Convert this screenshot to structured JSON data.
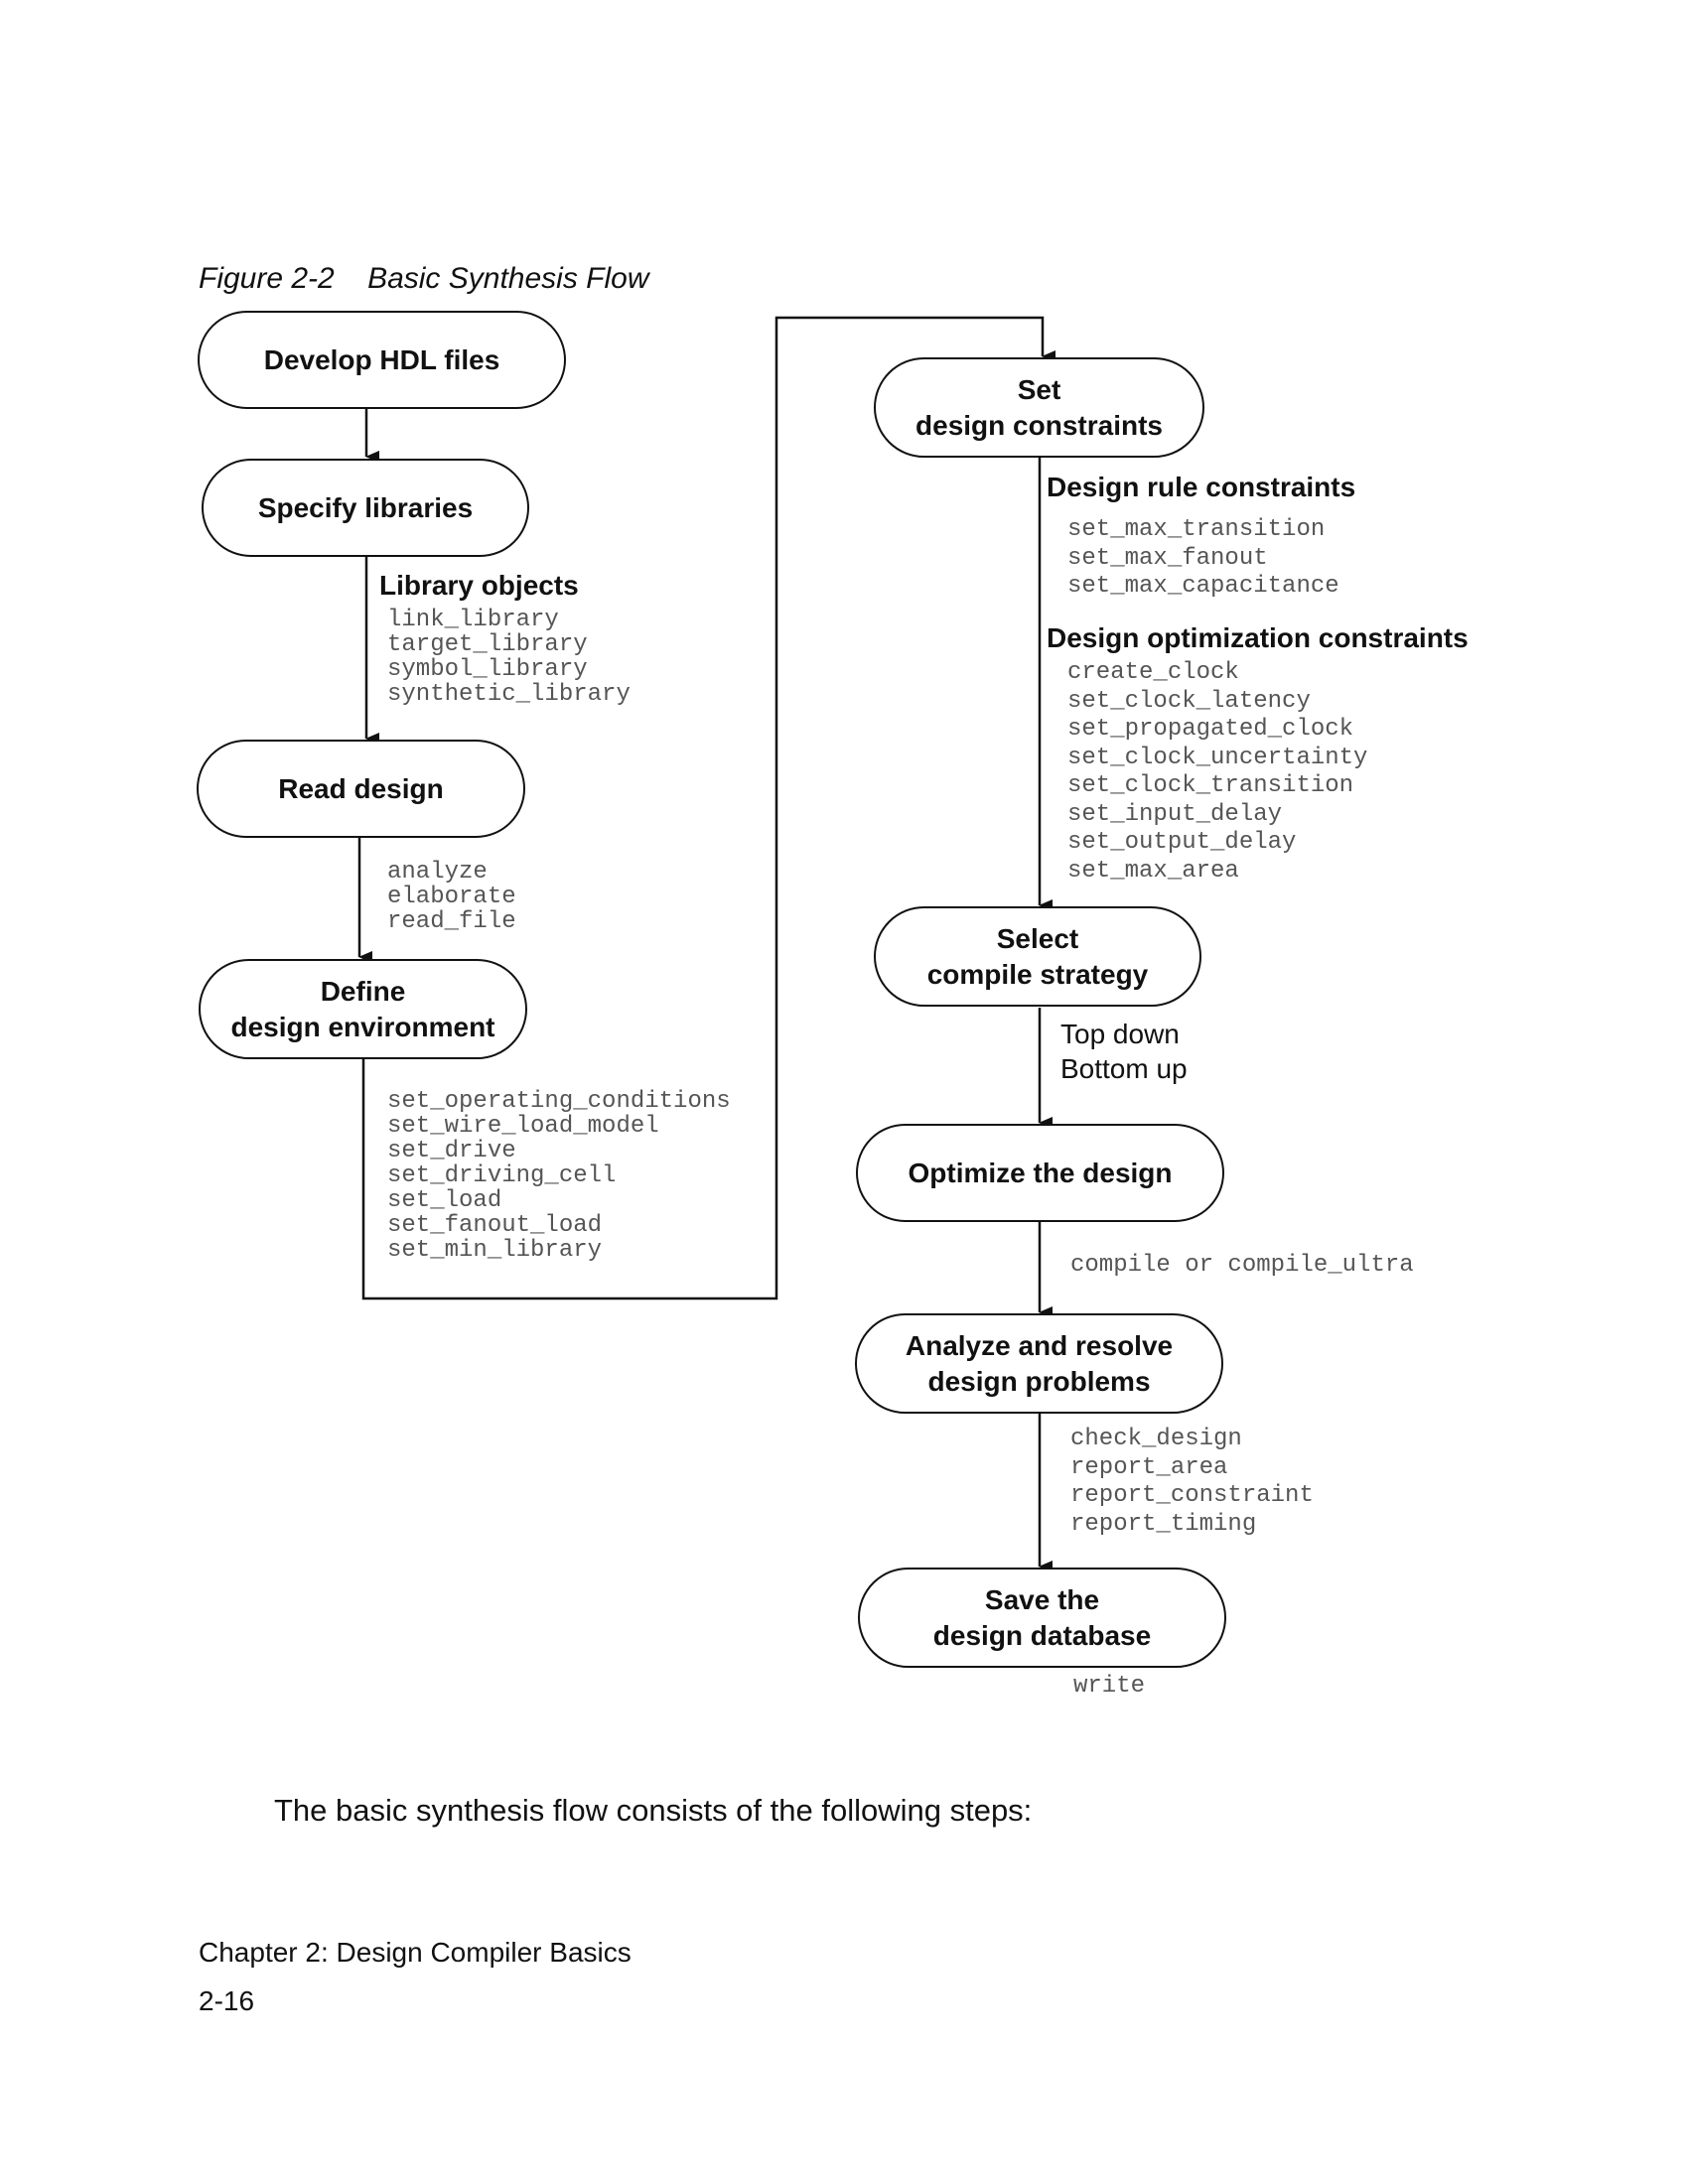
{
  "figure": {
    "caption": "Figure 2-2    Basic Synthesis Flow"
  },
  "flow": {
    "develop_hdl": "Develop HDL files",
    "specify_libraries": {
      "label": "Specify libraries",
      "heading": "Library objects",
      "commands": [
        "link_library",
        "target_library",
        "symbol_library",
        "synthetic_library"
      ]
    },
    "read_design": {
      "label": "Read design",
      "commands": [
        "analyze",
        "elaborate",
        "read_file"
      ]
    },
    "define_environment": {
      "label": "Define\ndesign environment",
      "commands": [
        "set_operating_conditions",
        "set_wire_load_model",
        "set_drive",
        "set_driving_cell",
        "set_load",
        "set_fanout_load",
        "set_min_library"
      ]
    },
    "set_constraints": {
      "label": "Set\ndesign constraints",
      "design_rule_heading": "Design rule constraints",
      "design_rule_commands": [
        "set_max_transition",
        "set_max_fanout",
        "set_max_capacitance"
      ],
      "optimization_heading": "Design optimization constraints",
      "optimization_commands": [
        "create_clock",
        "set_clock_latency",
        "set_propagated_clock",
        "set_clock_uncertainty",
        "set_clock_transition",
        "set_input_delay",
        "set_output_delay",
        "set_max_area"
      ]
    },
    "compile_strategy": {
      "label": "Select\ncompile strategy",
      "options": [
        "Top down",
        "Bottom up"
      ]
    },
    "optimize": {
      "label": "Optimize the design",
      "commands": [
        "compile or compile_ultra"
      ]
    },
    "analyze_resolve": {
      "label": "Analyze and resolve\ndesign problems",
      "commands": [
        "check_design",
        "report_area",
        "report_constraint",
        "report_timing"
      ]
    },
    "save": {
      "label": "Save the\ndesign database",
      "commands": [
        "write"
      ]
    }
  },
  "body_text": "The basic synthesis flow consists of the following steps:",
  "footer": {
    "chapter": "Chapter 2: Design Compiler Basics",
    "page_number": "2-16"
  }
}
